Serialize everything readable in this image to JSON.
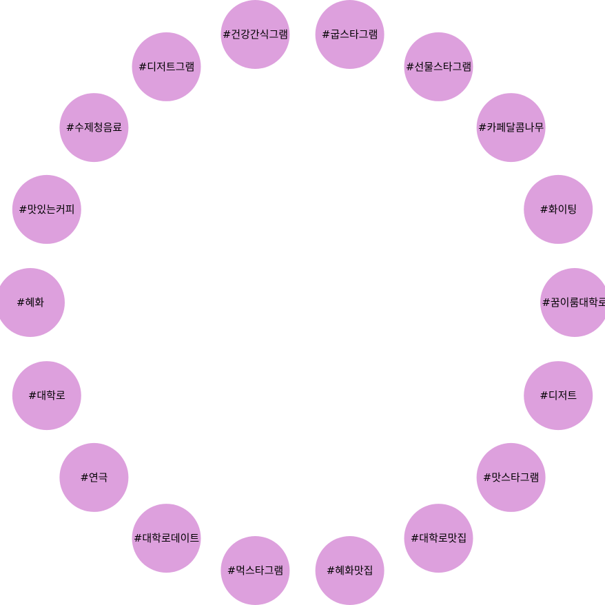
{
  "diagram": {
    "node_color": "#dda0dd",
    "label_color": "#000000",
    "nodes": [
      {
        "label": "#굽스타그램"
      },
      {
        "label": "#선물스타그램"
      },
      {
        "label": "#카페달콤나무"
      },
      {
        "label": "#화이팅"
      },
      {
        "label": "#꿈이룸대학로"
      },
      {
        "label": "#디저트"
      },
      {
        "label": "#맛스타그램"
      },
      {
        "label": "#대학로맛집"
      },
      {
        "label": "#혜화맛집"
      },
      {
        "label": "#먹스타그램"
      },
      {
        "label": "#대학로데이트"
      },
      {
        "label": "#연극"
      },
      {
        "label": "#대학로"
      },
      {
        "label": "#혜화"
      },
      {
        "label": "#맛있는커피"
      },
      {
        "label": "#수제청음료"
      },
      {
        "label": "#디저트그램"
      },
      {
        "label": "#건강간식그램"
      }
    ]
  }
}
